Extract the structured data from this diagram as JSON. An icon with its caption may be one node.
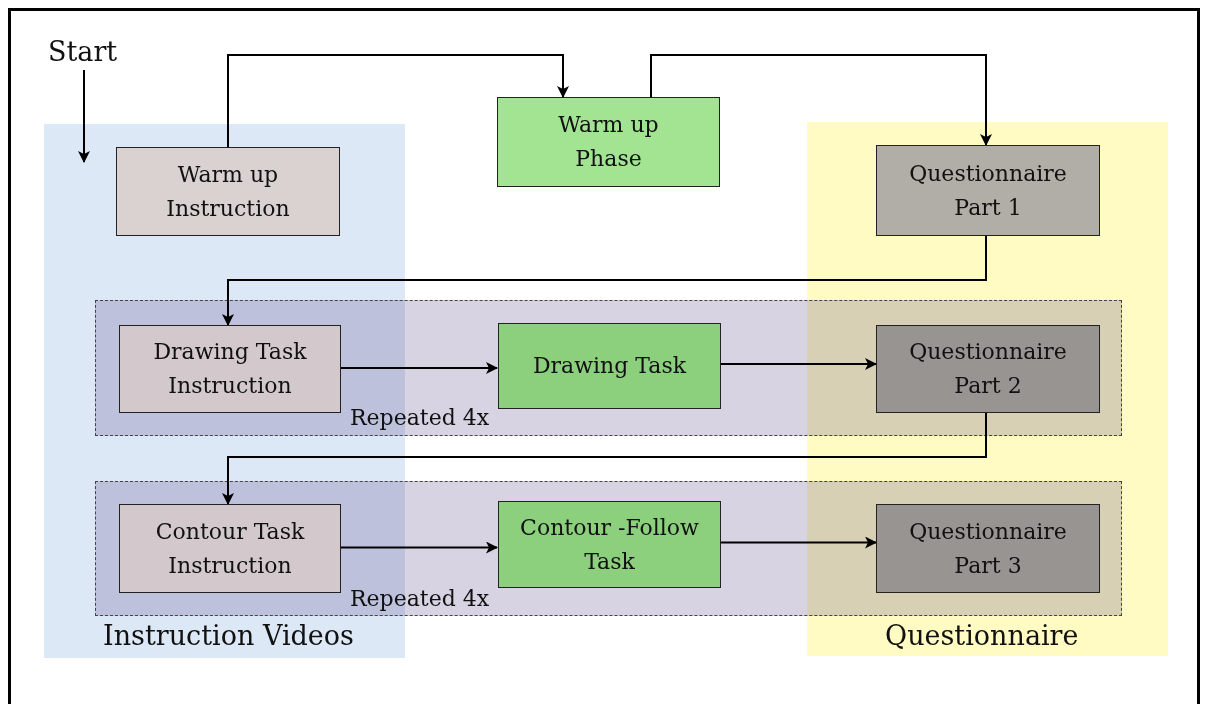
{
  "diagram": {
    "nodes": [
      {
        "text": [
          "Start"
        ]
      },
      {
        "text": [
          "Instruction Videos"
        ]
      },
      {
        "text": [
          "Questionnaire"
        ]
      },
      {
        "text": [
          "Warm up Instruction"
        ],
        "in": 1
      },
      {
        "text": [
          "Warm up Phase"
        ]
      },
      {
        "text": [
          "Questionnaire Part 1"
        ],
        "in": 2
      },
      {
        "text": [
          "Repeated 4x"
        ]
      },
      {
        "text": [
          "Drawing Task Instruction"
        ]
      },
      {
        "text": [
          "Drawing Task"
        ],
        "in": 6
      },
      {
        "text": [
          "Questionnaire Part 2"
        ]
      },
      {
        "text": [
          "Repeated 4x"
        ]
      },
      {
        "text": [
          "Contour Task Instruction"
        ]
      },
      {
        "text": [
          "Contour -Follow Task"
        ],
        "in": 10
      },
      {
        "text": [
          "Questionnaire Part 3"
        ]
      }
    ],
    "edges": [
      {
        "from": 0,
        "to": 3,
        "arrow": "to"
      },
      {
        "from": 3,
        "to": 4,
        "arrow": "to"
      },
      {
        "from": 4,
        "to": 5,
        "arrow": "to"
      },
      {
        "from": 5,
        "to": 7,
        "arrow": "to"
      },
      {
        "from": 7,
        "to": 8,
        "arrow": "to"
      },
      {
        "from": 8,
        "to": 9,
        "arrow": "to"
      },
      {
        "from": 9,
        "to": 11,
        "arrow": "to"
      },
      {
        "from": 11,
        "to": 12,
        "arrow": "to"
      },
      {
        "from": 12,
        "to": 13,
        "arrow": "to"
      }
    ]
  }
}
